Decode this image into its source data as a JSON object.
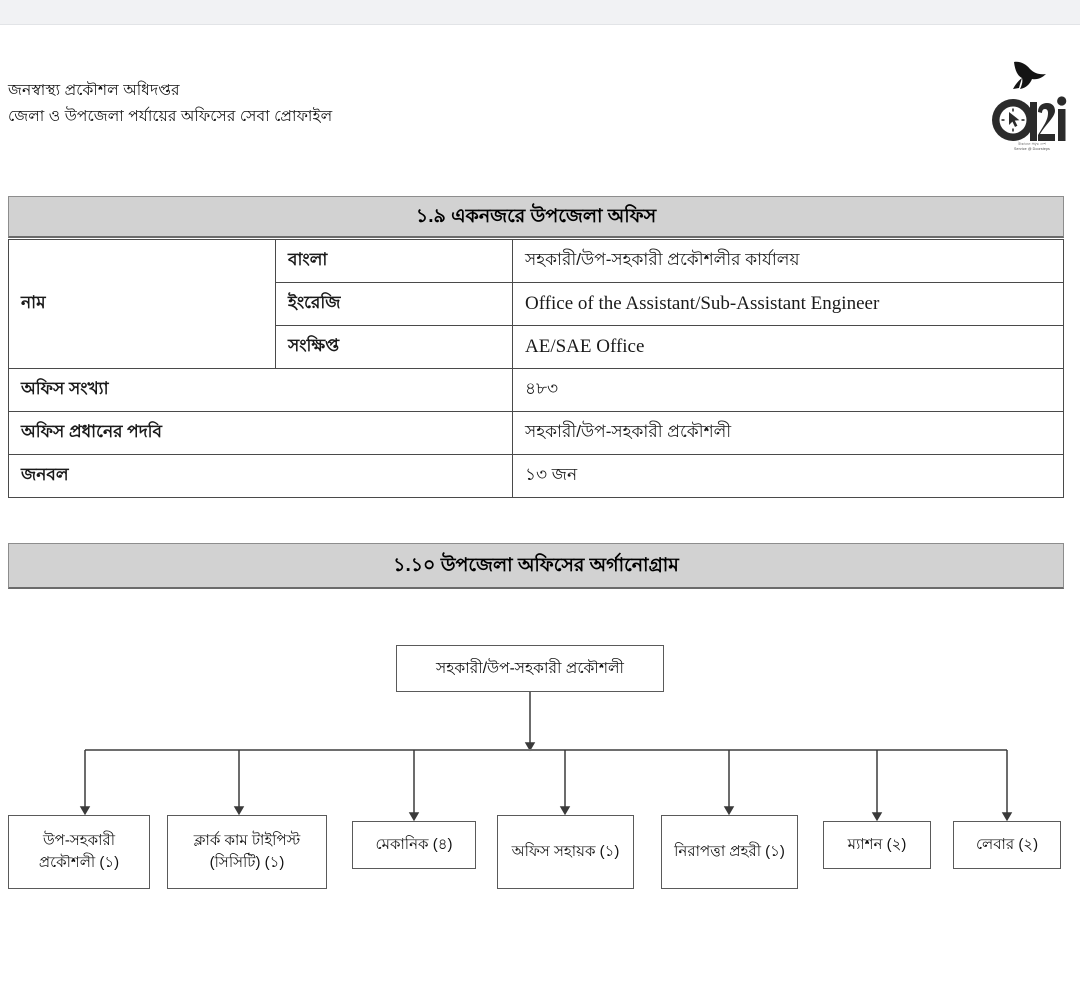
{
  "document": {
    "organization": "জনস্বাস্থ্য প্রকৌশল অধিদপ্তর",
    "subtitle": "জেলা ও উপজেলা পর্যায়ের অফিসের সেবা প্রোফাইল"
  },
  "logo": {
    "name": "a2i",
    "caption_line1": "উদ্ভাবনে সমৃদ্ধ দেশ",
    "caption_line2": "Service @ Doorsteps"
  },
  "section_one": {
    "heading": "১.৯ একনজরে উপজেলা অফিস",
    "rows": [
      {
        "label": "নাম",
        "sublabels": [
          "বাংলা",
          "ইংরেজি",
          "সংক্ষিপ্ত"
        ],
        "values": [
          "সহকারী/উপ-সহকারী প্রকৌশলীর কার্যালয়",
          "Office of the Assistant/Sub-Assistant Engineer",
          "AE/SAE Office"
        ]
      },
      {
        "label": "অফিস সংখ্যা",
        "value": "৪৮৩"
      },
      {
        "label": "অফিস প্রধানের পদবি",
        "value": "সহকারী/উপ-সহকারী প্রকৌশলী"
      },
      {
        "label": "জনবল",
        "value": "১৩ জন"
      }
    ]
  },
  "section_two": {
    "heading": "১.১০ উপজেলা অফিসের অর্গানোগ্রাম",
    "chart_data": {
      "type": "diagram",
      "title": "১.১০ উপজেলা অফিসের অর্গানোগ্রাম",
      "root": {
        "label": "সহকারী/উপ-সহকারী প্রকৌশলী"
      },
      "children": [
        {
          "label": "উপ-সহকারী প্রকৌশলী (১)",
          "count": 1
        },
        {
          "label": "ক্লার্ক কাম টাইপিস্ট (সিসিটি) (১)",
          "count": 1
        },
        {
          "label": "মেকানিক (৪)",
          "count": 4
        },
        {
          "label": "অফিস সহায়ক (১)",
          "count": 1
        },
        {
          "label": "নিরাপত্তা প্রহরী (১)",
          "count": 1
        },
        {
          "label": "ম্যাশন (২)",
          "count": 2
        },
        {
          "label": "লেবার (২)",
          "count": 2
        }
      ]
    }
  },
  "colors": {
    "section_bar_bg": "#d2d2d2",
    "border": "#4a4a4a",
    "top_bar": "#f1f2f4",
    "page_bg": "#ffffff"
  }
}
